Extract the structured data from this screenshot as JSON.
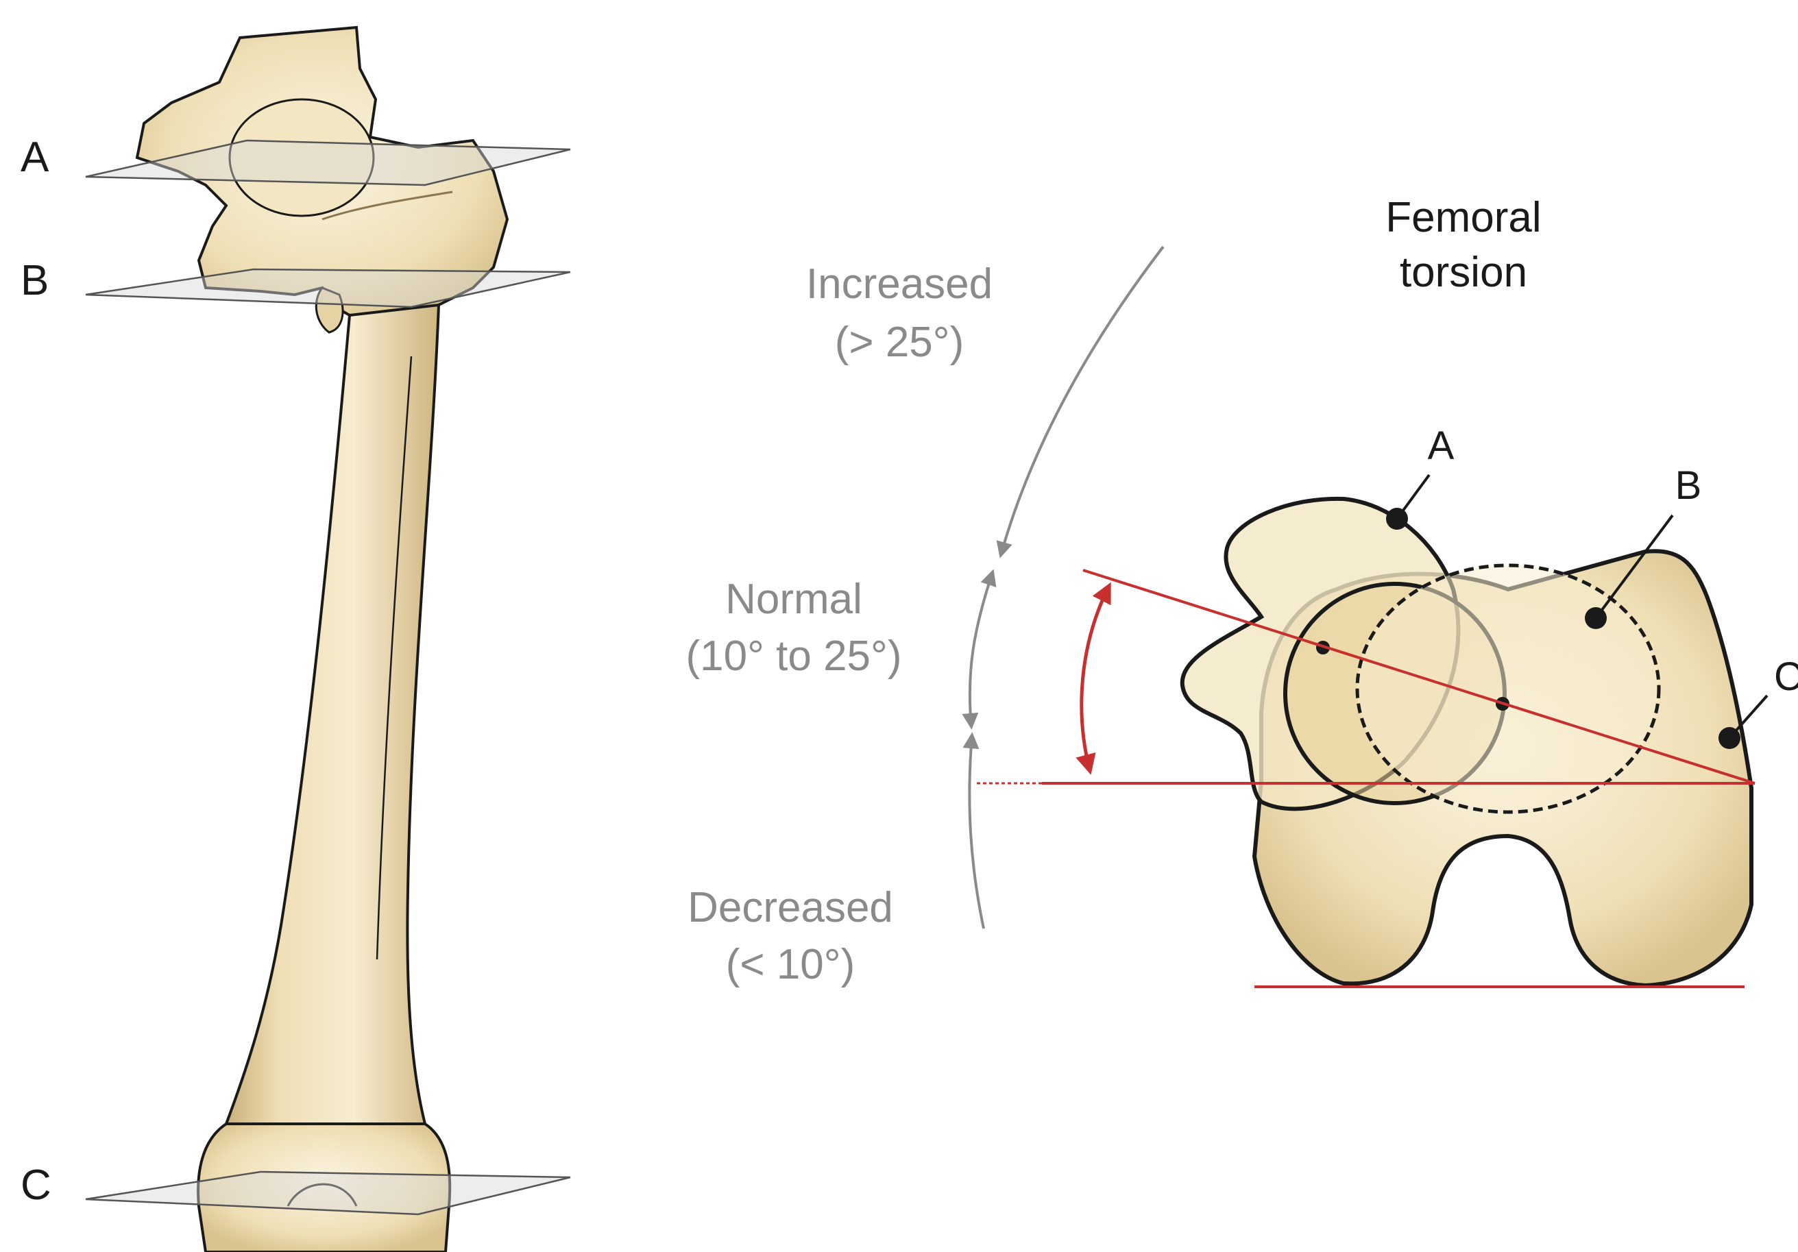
{
  "femur_view": {
    "plane_labels": [
      "A",
      "B",
      "C"
    ]
  },
  "torsion_panel": {
    "title_line1": "Femoral",
    "title_line2": "torsion",
    "increased": {
      "label": "Increased",
      "range": "(> 25°)"
    },
    "normal": {
      "label": "Normal",
      "range": "(10° to 25°)"
    },
    "decreased": {
      "label": "Decreased",
      "range": "(< 10°)"
    },
    "point_labels": [
      "A",
      "B",
      "C"
    ]
  },
  "colors": {
    "bone": "#efdfb5",
    "bone_shade": "#d9c38f",
    "outline": "#1a1a1a",
    "angle_red": "#c8302f",
    "scale_gray": "#8a8a8a"
  }
}
